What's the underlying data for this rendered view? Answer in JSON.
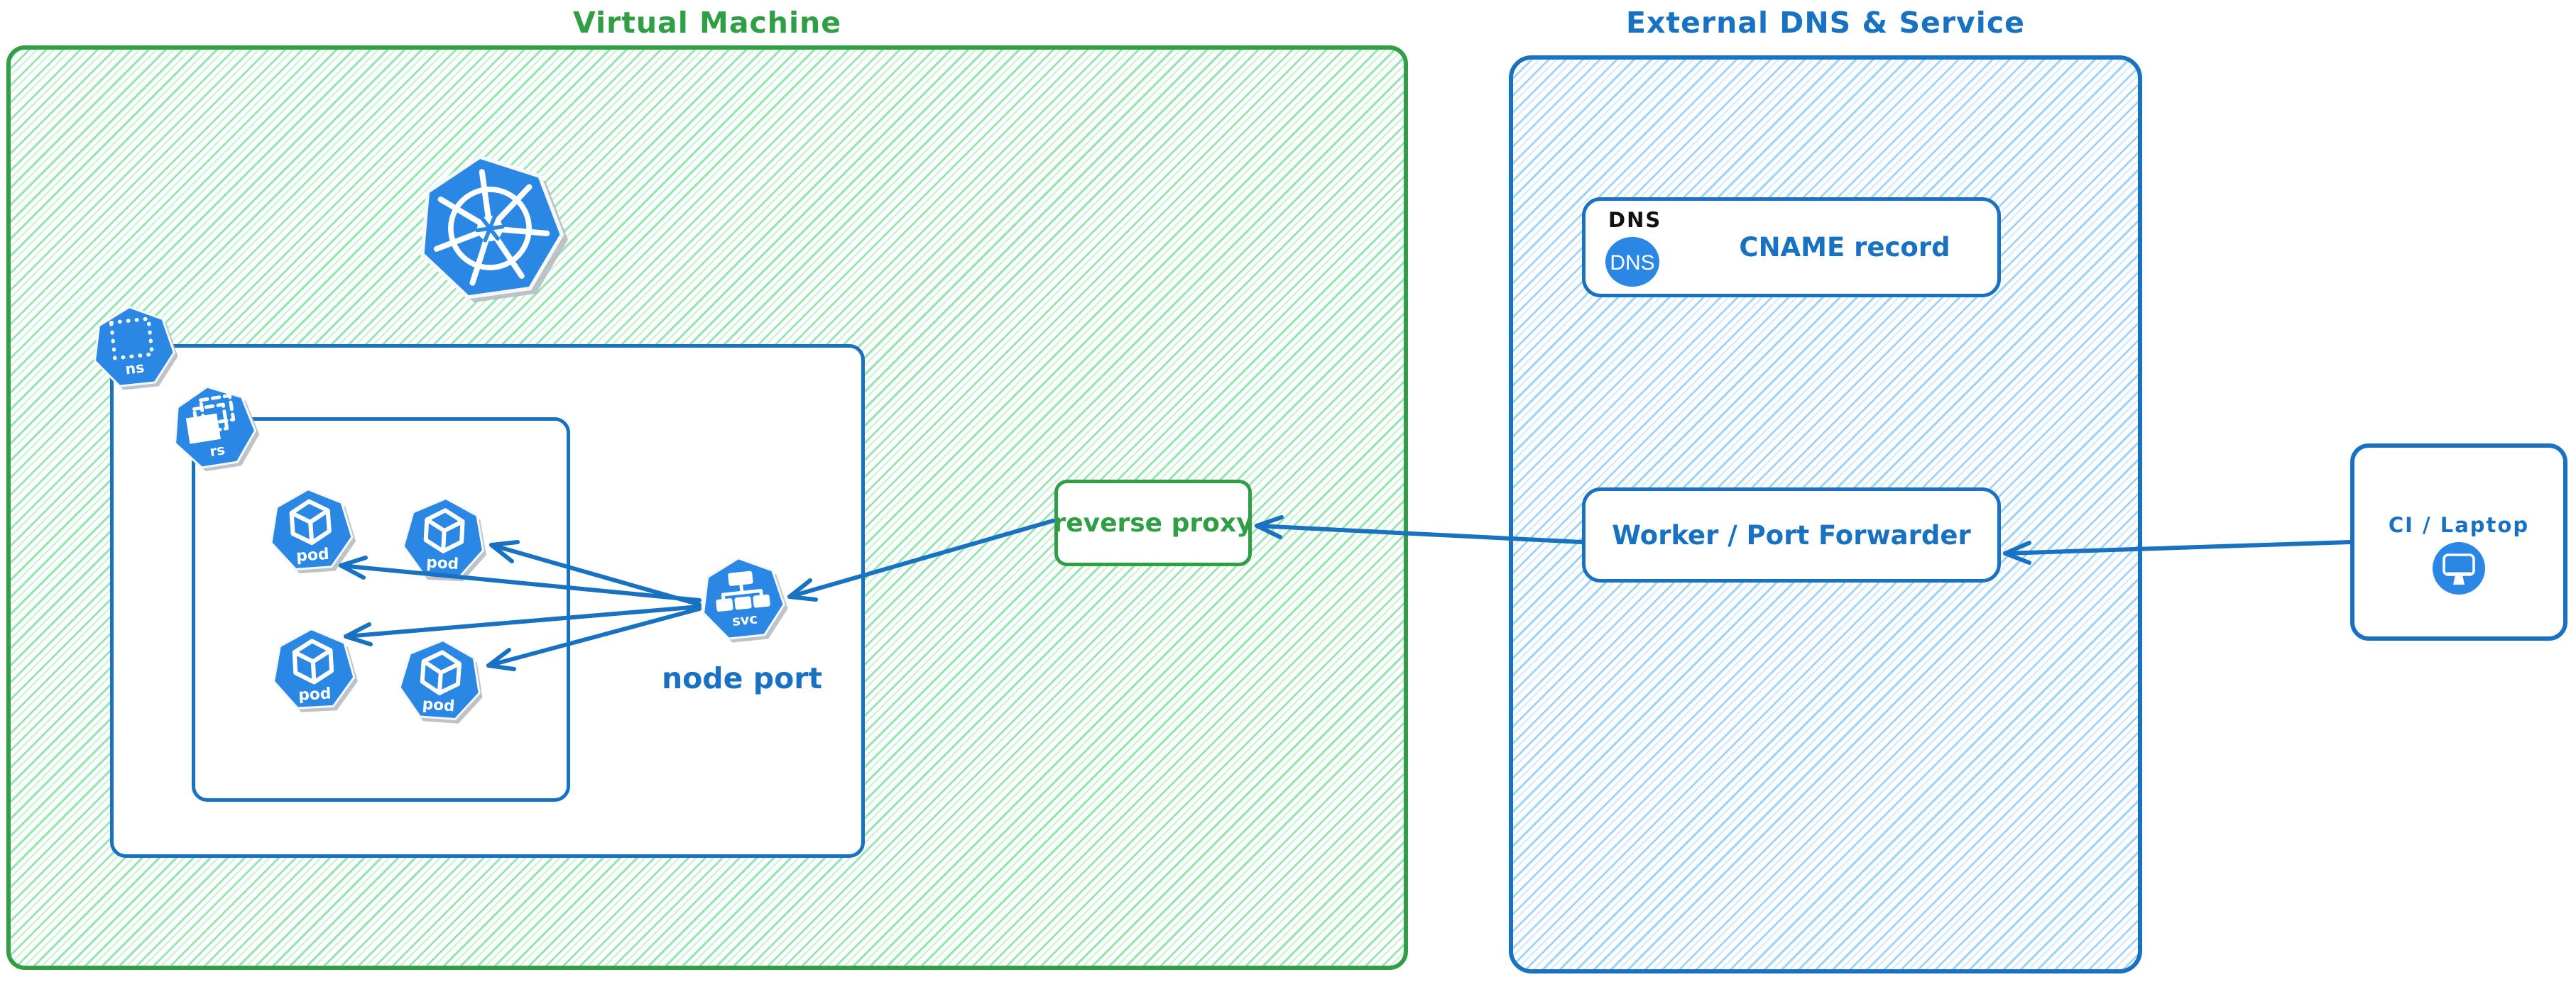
{
  "titles": {
    "vm": "Virtual Machine",
    "external": "External DNS & Service"
  },
  "vm": {
    "ns_label": "ns",
    "rs_label": "rs",
    "svc_label": "svc",
    "pods": [
      "pod",
      "pod",
      "pod",
      "pod"
    ],
    "node_port_label": "node port",
    "reverse_proxy_label": "reverse proxy"
  },
  "external": {
    "dns_tag": "DNS",
    "dns_badge": "DNS",
    "cname_label": "CNAME record",
    "worker_label": "Worker / Port Forwarder"
  },
  "client": {
    "label": "CI / Laptop"
  },
  "icons": {
    "kubernetes_logo": "ship-wheel-heptagon",
    "namespace": "dotted-square-heptagon",
    "replicaset": "stacked-squares-heptagon",
    "pod": "cube-heptagon",
    "service": "tree-heptagon",
    "dns_badge": "blue-circle-dns",
    "laptop": "blue-circle-monitor"
  },
  "colors": {
    "green_stroke": "#2f9e44",
    "blue_stroke": "#1971c2",
    "icon_blue": "#2b87e4",
    "hatch_green": "#90e3ac",
    "hatch_blue": "#9bd1f5",
    "background": "#ffffff"
  }
}
